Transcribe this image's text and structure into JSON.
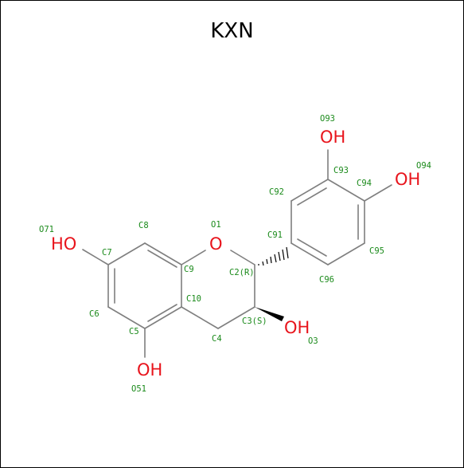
{
  "title": "KXN",
  "colors": {
    "label": "#1a8a1a",
    "hetero": "#e8141c",
    "bond": "#7f7f7f"
  },
  "heteroatoms": [
    {
      "id": "OH_71",
      "text": "HO"
    },
    {
      "id": "O_1",
      "text": "O"
    },
    {
      "id": "OH_51",
      "text": "OH"
    },
    {
      "id": "OH_3",
      "text": "OH"
    },
    {
      "id": "OH_93",
      "text": "OH"
    },
    {
      "id": "OH_94",
      "text": "OH"
    }
  ],
  "atom_labels": [
    {
      "id": "O71",
      "text": "O71"
    },
    {
      "id": "C8",
      "text": "C8"
    },
    {
      "id": "O1",
      "text": "O1"
    },
    {
      "id": "C7",
      "text": "C7"
    },
    {
      "id": "C9",
      "text": "C9"
    },
    {
      "id": "C2R",
      "text": "C2(R)"
    },
    {
      "id": "C91",
      "text": "C91"
    },
    {
      "id": "C6",
      "text": "C6"
    },
    {
      "id": "C10",
      "text": "C10"
    },
    {
      "id": "C5",
      "text": "C5"
    },
    {
      "id": "C3S",
      "text": "C3(S)"
    },
    {
      "id": "C4",
      "text": "C4"
    },
    {
      "id": "O3",
      "text": "O3"
    },
    {
      "id": "O51",
      "text": "O51"
    },
    {
      "id": "O93",
      "text": "O93"
    },
    {
      "id": "C93",
      "text": "C93"
    },
    {
      "id": "O94",
      "text": "O94"
    },
    {
      "id": "C94",
      "text": "C94"
    },
    {
      "id": "C92",
      "text": "C92"
    },
    {
      "id": "C95",
      "text": "C95"
    },
    {
      "id": "C96",
      "text": "C96"
    }
  ]
}
